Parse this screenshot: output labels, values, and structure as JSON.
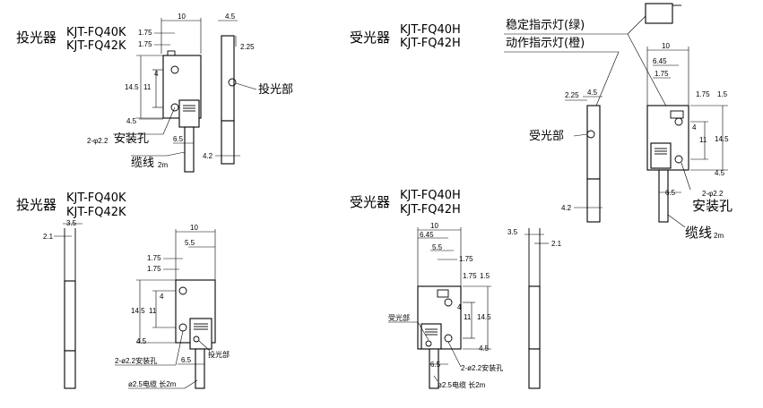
{
  "q1": {
    "type_label": "投光器",
    "model_1": "KJT-FQ40K",
    "model_2": "KJT-FQ42K",
    "dims": {
      "d10": "10",
      "d4_5": "4.5",
      "d1_75a": "1.75",
      "d1_75b": "1.75",
      "d2_25": "2.25",
      "d4": "4",
      "d14_5": "14.5",
      "d11": "11",
      "d4_5b": "4.5",
      "d6_5": "6.5",
      "d4_2": "4.2"
    },
    "hole_label": "2-φ2.2",
    "mount_label": "安装孔",
    "emitter_label": "投光部",
    "cable_label": "缆线",
    "cable_len": "2m"
  },
  "q2": {
    "type_label": "受光器",
    "model_1": "KJT-FQ40H",
    "model_2": "KJT-FQ42H",
    "stable_led": "稳定指示灯(绿)",
    "action_led": "动作指示灯(橙)",
    "dims": {
      "d10": "10",
      "d6_45": "6.45",
      "d1_75": "1.75",
      "d4_5": "4.5",
      "d2_25": "2.25",
      "d1_75r": "1.75",
      "d1_5": "1.5",
      "d4": "4",
      "d11": "11",
      "d14_5": "14.5",
      "d4_5b": "4.5",
      "d6_5": "6.5",
      "d4_2": "4.2"
    },
    "receiver_label": "受光部",
    "hole_label": "2-φ2.2",
    "mount_label": "安装孔",
    "cable_label": "缆线",
    "cable_len": "2m"
  },
  "q3": {
    "type_label": "投光器",
    "model_1": "KJT-FQ40K",
    "model_2": "KJT-FQ42K",
    "dims": {
      "d3_5": "3.5",
      "d2_1": "2.1",
      "d10": "10",
      "d5_5": "5.5",
      "d1_75a": "1.75",
      "d1_75b": "1.75",
      "d4": "4",
      "d14_5": "14.5",
      "d11": "11",
      "d4_5": "4.5",
      "d6_5": "6.5"
    },
    "hole_label": "2-ø2.2安装孔",
    "emitter_label": "投光部",
    "cable_label": "ø2.5电缆  长2m"
  },
  "q4": {
    "type_label": "受光器",
    "model_1": "KJT-FQ40H",
    "model_2": "KJT-FQ42H",
    "dims": {
      "d10": "10",
      "d6_45": "6.45",
      "d5_5": "5.5",
      "d1_75": "1.75",
      "d1_75r": "1.75",
      "d1_5": "1.5",
      "d4": "4",
      "d11": "11",
      "d14_5": "14.5",
      "d4_5": "4.5",
      "d6_5": "6.5",
      "d3_5": "3.5",
      "d2_1": "2.1"
    },
    "receiver_label": "受光部",
    "hole_label": "2-ø2.2安装孔",
    "cable_label": "ø2.5电缆  长2m"
  }
}
